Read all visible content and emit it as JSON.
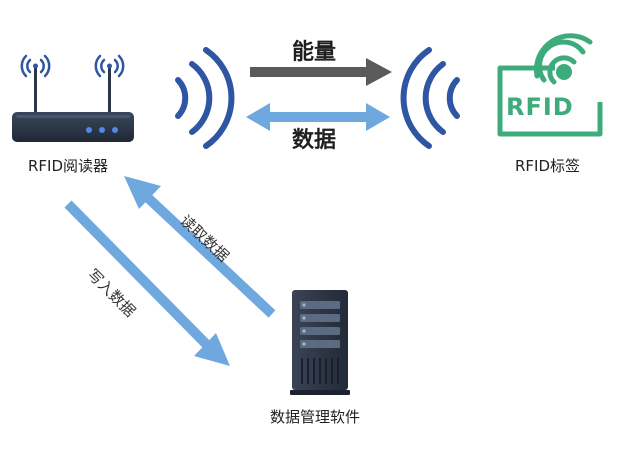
{
  "nodes": {
    "reader": "RFID阅读器",
    "tag": "RFID标签",
    "tag_text": "RFID",
    "software": "数据管理软件"
  },
  "edges": {
    "energy": "能量",
    "data": "数据",
    "read": "读取数据",
    "write": "写入数据"
  },
  "colors": {
    "wave_blue": "#2f56a3",
    "arrow_dark": "#5a5a5a",
    "arrow_light": "#6fa8de",
    "tag_green": "#3dab7a",
    "device_dark": "#2a3547",
    "server_dark": "#2c3444"
  }
}
